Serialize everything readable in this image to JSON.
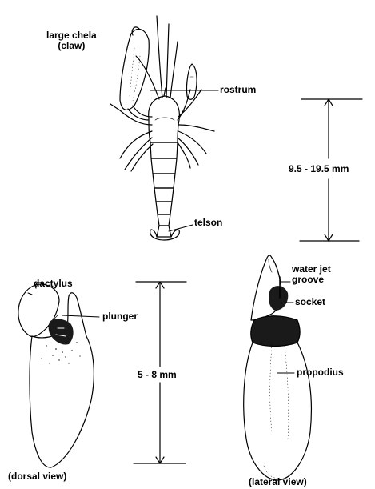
{
  "labels": {
    "large_chela": "large chela",
    "claw": "(claw)",
    "rostrum": "rostrum",
    "telson": "telson",
    "body_length": "9.5 - 19.5 mm",
    "dactylus": "dactylus",
    "plunger": "plunger",
    "claw_length": "5 - 8 mm",
    "water_jet": "water jet",
    "groove": "groove",
    "socket": "socket",
    "propodius": "propodius",
    "dorsal_view": "(dorsal view)",
    "lateral_view": "(lateral view)"
  },
  "colors": {
    "ink": "#000000",
    "paper": "#ffffff",
    "shade": "#1a1a1a"
  }
}
